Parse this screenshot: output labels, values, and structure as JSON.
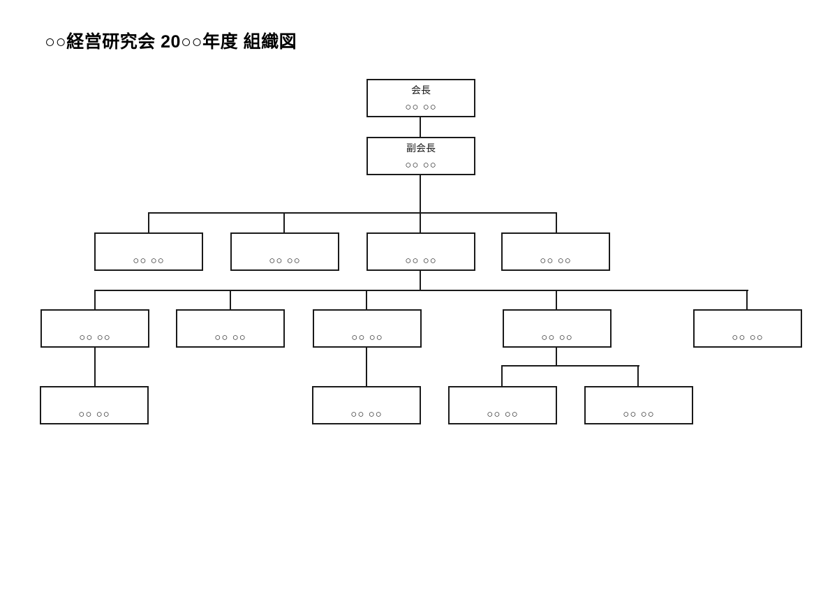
{
  "page": {
    "title": "○○経営研究会 20○○年度 組織図",
    "background_color": "#ffffff",
    "line_color": "#1a1a1a"
  },
  "org": {
    "nodes": [
      {
        "id": "chairman",
        "level": 1,
        "title": "会長",
        "name": "○○ ○○"
      },
      {
        "id": "vice-chairman",
        "level": 2,
        "title": "副会長",
        "name": "○○ ○○"
      },
      {
        "id": "level3-1",
        "level": 3,
        "title": "",
        "name": "○○ ○○"
      },
      {
        "id": "level3-2",
        "level": 3,
        "title": "",
        "name": "○○ ○○"
      },
      {
        "id": "level3-3",
        "level": 3,
        "title": "",
        "name": "○○ ○○"
      },
      {
        "id": "level3-4",
        "level": 3,
        "title": "",
        "name": "○○ ○○"
      },
      {
        "id": "level4-1",
        "level": 4,
        "title": "",
        "name": "○○ ○○"
      },
      {
        "id": "level4-2",
        "level": 4,
        "title": "",
        "name": "○○ ○○"
      },
      {
        "id": "level4-3",
        "level": 4,
        "title": "",
        "name": "○○ ○○"
      },
      {
        "id": "level4-4",
        "level": 4,
        "title": "",
        "name": "○○ ○○"
      },
      {
        "id": "level4-5",
        "level": 4,
        "title": "",
        "name": "○○ ○○"
      },
      {
        "id": "level5-1",
        "level": 5,
        "title": "",
        "name": "○○ ○○"
      },
      {
        "id": "level5-2",
        "level": 5,
        "title": "",
        "name": "○○ ○○"
      },
      {
        "id": "level5-3",
        "level": 5,
        "title": "",
        "name": "○○ ○○"
      },
      {
        "id": "level5-4",
        "level": 5,
        "title": "",
        "name": "○○ ○○"
      }
    ]
  }
}
